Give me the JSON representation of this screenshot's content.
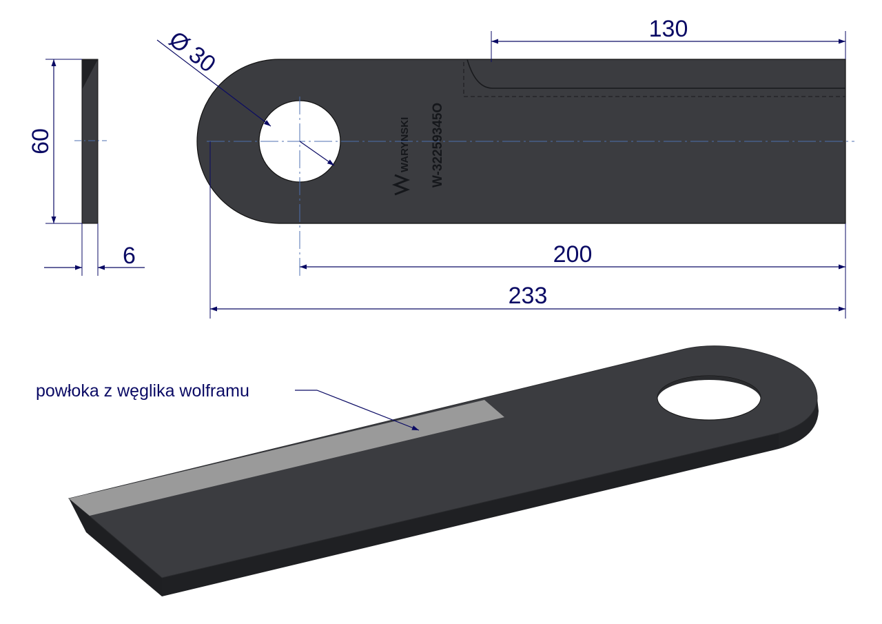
{
  "colors": {
    "dimension": "#0a0a64",
    "part_body": "#3b3c40",
    "part_side": "#1f2023",
    "coating": "#9a9a9a",
    "centerline": "#4d6fb0"
  },
  "dimensions": {
    "hole_diameter": "Ø 30",
    "height": "60",
    "thickness": "6",
    "coated_length": "130",
    "hole_to_end": "200",
    "overall_length": "233"
  },
  "engraving": {
    "brand": "WARYNSKI",
    "part_number": "W-32259345O"
  },
  "callout": {
    "coating_label": "powłoka z węglika wolframu"
  }
}
